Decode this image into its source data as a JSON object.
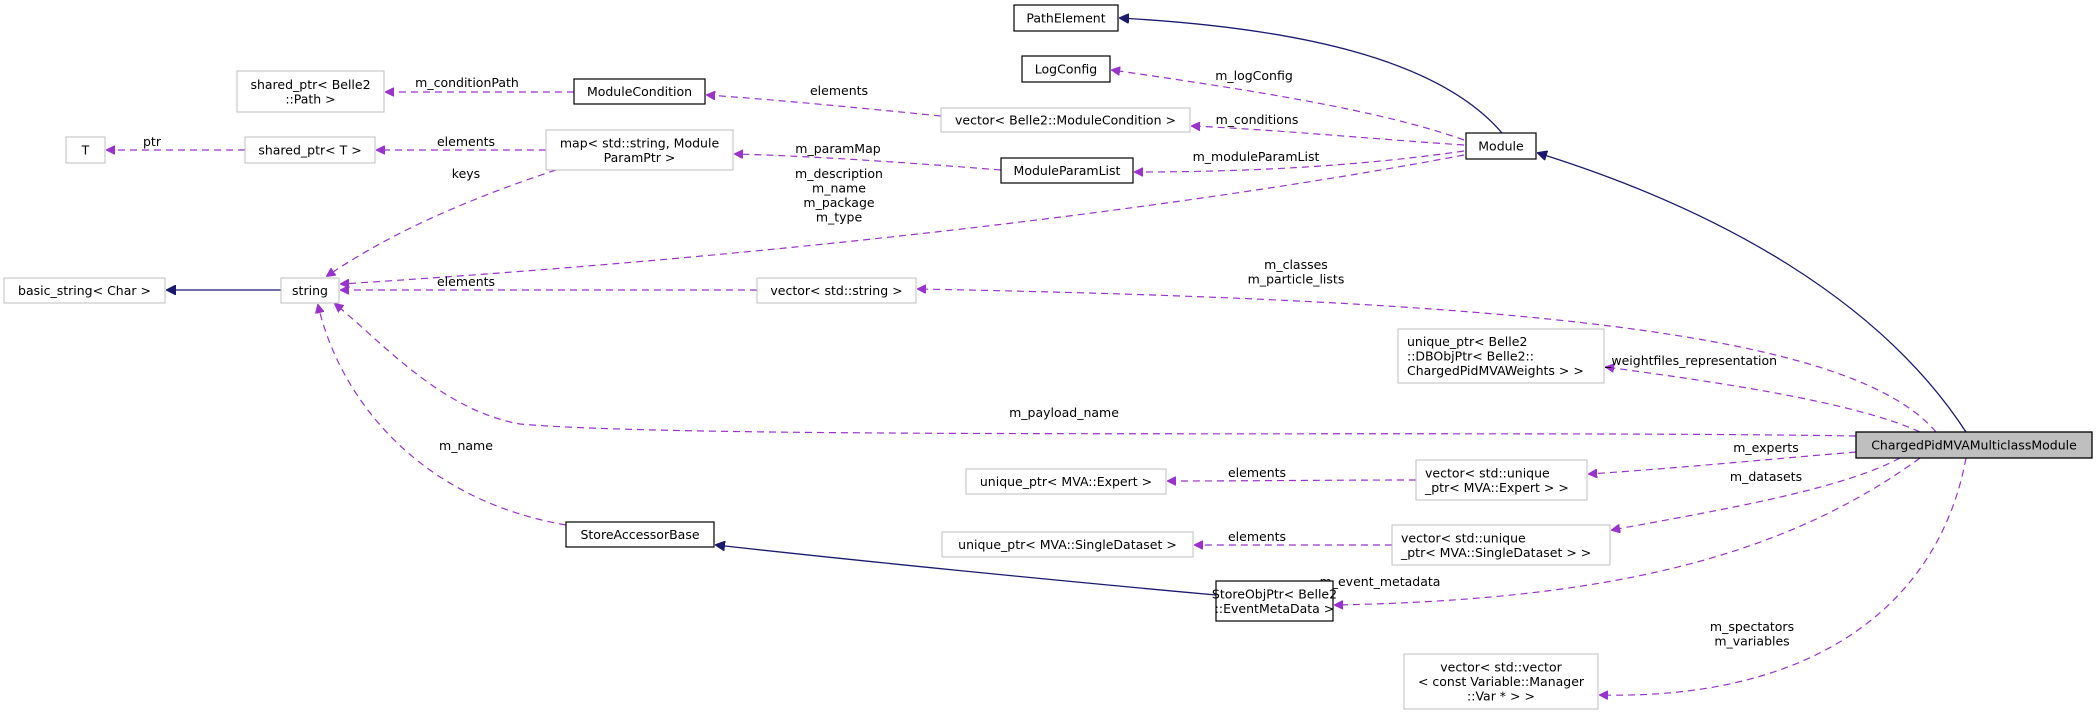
{
  "title": "ChargedPidMVAMulticlassModule collaboration diagram",
  "colors": {
    "usage_edge": "#9a32cd",
    "inheritance_edge": "#191970",
    "main_node_fill": "#bfbfbf",
    "documented_border": "#000000",
    "undocumented_border": "#bfbfbf"
  },
  "nodes": [
    {
      "id": "PathElement",
      "lines": [
        "PathElement"
      ],
      "style": "doc"
    },
    {
      "id": "LogConfig",
      "lines": [
        "LogConfig"
      ],
      "style": "doc"
    },
    {
      "id": "shared_ptr_path",
      "lines": [
        "shared_ptr< Belle2",
        "::Path >"
      ],
      "style": "undoc"
    },
    {
      "id": "ModuleCondition",
      "lines": [
        "ModuleCondition"
      ],
      "style": "doc"
    },
    {
      "id": "vector_modcond",
      "lines": [
        "vector< Belle2::ModuleCondition >"
      ],
      "style": "undoc"
    },
    {
      "id": "Module",
      "lines": [
        "Module"
      ],
      "style": "doc"
    },
    {
      "id": "T",
      "lines": [
        "T"
      ],
      "style": "undoc"
    },
    {
      "id": "shared_ptr_T",
      "lines": [
        "shared_ptr< T >"
      ],
      "style": "undoc"
    },
    {
      "id": "map_param",
      "lines": [
        "map< std::string, Module",
        "ParamPtr >"
      ],
      "style": "undoc"
    },
    {
      "id": "ModuleParamList",
      "lines": [
        "ModuleParamList"
      ],
      "style": "doc"
    },
    {
      "id": "basic_string",
      "lines": [
        "basic_string< Char >"
      ],
      "style": "undoc"
    },
    {
      "id": "string",
      "lines": [
        "string"
      ],
      "style": "undoc"
    },
    {
      "id": "vector_string",
      "lines": [
        "vector< std::string >"
      ],
      "style": "undoc"
    },
    {
      "id": "unique_ptr_dbobj",
      "lines": [
        "unique_ptr< Belle2",
        "::DBObjPtr< Belle2::",
        "ChargedPidMVAWeights > >"
      ],
      "style": "undoc",
      "align": "left"
    },
    {
      "id": "main",
      "lines": [
        "ChargedPidMVAMulticlassModule"
      ],
      "style": "main"
    },
    {
      "id": "unique_ptr_expert",
      "lines": [
        "unique_ptr< MVA::Expert >"
      ],
      "style": "undoc"
    },
    {
      "id": "vector_expert",
      "lines": [
        "vector< std::unique",
        "_ptr< MVA::Expert > >"
      ],
      "style": "undoc",
      "align": "left"
    },
    {
      "id": "StoreAccessorBase",
      "lines": [
        "StoreAccessorBase"
      ],
      "style": "doc"
    },
    {
      "id": "unique_ptr_dataset",
      "lines": [
        "unique_ptr< MVA::SingleDataset >"
      ],
      "style": "undoc"
    },
    {
      "id": "vector_dataset",
      "lines": [
        "vector< std::unique",
        "_ptr< MVA::SingleDataset > >"
      ],
      "style": "undoc",
      "align": "left"
    },
    {
      "id": "StoreObjPtr",
      "lines": [
        "StoreObjPtr< Belle2",
        "::EventMetaData >"
      ],
      "style": "doc"
    },
    {
      "id": "vector_var",
      "lines": [
        "vector< std::vector",
        "< const Variable::Manager",
        "::Var * > >"
      ],
      "style": "undoc"
    }
  ],
  "edges": [
    {
      "id": "e1",
      "from": "Module",
      "to": "PathElement",
      "kind": "inherit",
      "label": []
    },
    {
      "id": "e2",
      "from": "main",
      "to": "Module",
      "kind": "inherit",
      "label": []
    },
    {
      "id": "e3",
      "from": "Module",
      "to": "LogConfig",
      "kind": "usage",
      "label": [
        "m_logConfig"
      ]
    },
    {
      "id": "e4",
      "from": "Module",
      "to": "vector_modcond",
      "kind": "usage",
      "label": [
        "m_conditions"
      ]
    },
    {
      "id": "e5",
      "from": "vector_modcond",
      "to": "ModuleCondition",
      "kind": "usage",
      "label": [
        "elements"
      ]
    },
    {
      "id": "e6",
      "from": "ModuleCondition",
      "to": "shared_ptr_path",
      "kind": "usage",
      "label": [
        "m_conditionPath"
      ]
    },
    {
      "id": "e7",
      "from": "Module",
      "to": "ModuleParamList",
      "kind": "usage",
      "label": [
        "m_moduleParamList"
      ]
    },
    {
      "id": "e8",
      "from": "ModuleParamList",
      "to": "map_param",
      "kind": "usage",
      "label": [
        "m_paramMap"
      ]
    },
    {
      "id": "e9",
      "from": "map_param",
      "to": "shared_ptr_T",
      "kind": "usage",
      "label": [
        "elements"
      ]
    },
    {
      "id": "e10",
      "from": "shared_ptr_T",
      "to": "T",
      "kind": "usage",
      "label": [
        "ptr"
      ]
    },
    {
      "id": "e11",
      "from": "map_param",
      "to": "string",
      "kind": "usage",
      "label": [
        "keys"
      ]
    },
    {
      "id": "e12",
      "from": "Module",
      "to": "string",
      "kind": "usage",
      "label": [
        "m_description",
        "m_name",
        "m_package",
        "m_type"
      ]
    },
    {
      "id": "e13",
      "from": "string",
      "to": "basic_string",
      "kind": "inherit",
      "label": []
    },
    {
      "id": "e14",
      "from": "vector_string",
      "to": "string",
      "kind": "usage",
      "label": [
        "elements"
      ]
    },
    {
      "id": "e15",
      "from": "main",
      "to": "vector_string",
      "kind": "usage",
      "label": [
        "m_classes",
        "m_particle_lists"
      ]
    },
    {
      "id": "e16",
      "from": "main",
      "to": "unique_ptr_dbobj",
      "kind": "usage",
      "label": [
        "m_weightfiles_representation"
      ]
    },
    {
      "id": "e17",
      "from": "main",
      "to": "string",
      "kind": "usage",
      "label": [
        "m_payload_name"
      ]
    },
    {
      "id": "e18",
      "from": "main",
      "to": "vector_expert",
      "kind": "usage",
      "label": [
        "m_experts"
      ]
    },
    {
      "id": "e19",
      "from": "vector_expert",
      "to": "unique_ptr_expert",
      "kind": "usage",
      "label": [
        "elements"
      ]
    },
    {
      "id": "e20",
      "from": "main",
      "to": "vector_dataset",
      "kind": "usage",
      "label": [
        "m_datasets"
      ]
    },
    {
      "id": "e21",
      "from": "vector_dataset",
      "to": "unique_ptr_dataset",
      "kind": "usage",
      "label": [
        "elements"
      ]
    },
    {
      "id": "e22",
      "from": "StoreAccessorBase",
      "to": "string",
      "kind": "usage",
      "label": [
        "m_name"
      ]
    },
    {
      "id": "e23",
      "from": "StoreObjPtr",
      "to": "StoreAccessorBase",
      "kind": "inherit",
      "label": []
    },
    {
      "id": "e24",
      "from": "main",
      "to": "StoreObjPtr",
      "kind": "usage",
      "label": [
        "m_event_metadata"
      ]
    },
    {
      "id": "e25",
      "from": "main",
      "to": "vector_var",
      "kind": "usage",
      "label": [
        "m_spectators",
        "m_variables"
      ]
    }
  ]
}
